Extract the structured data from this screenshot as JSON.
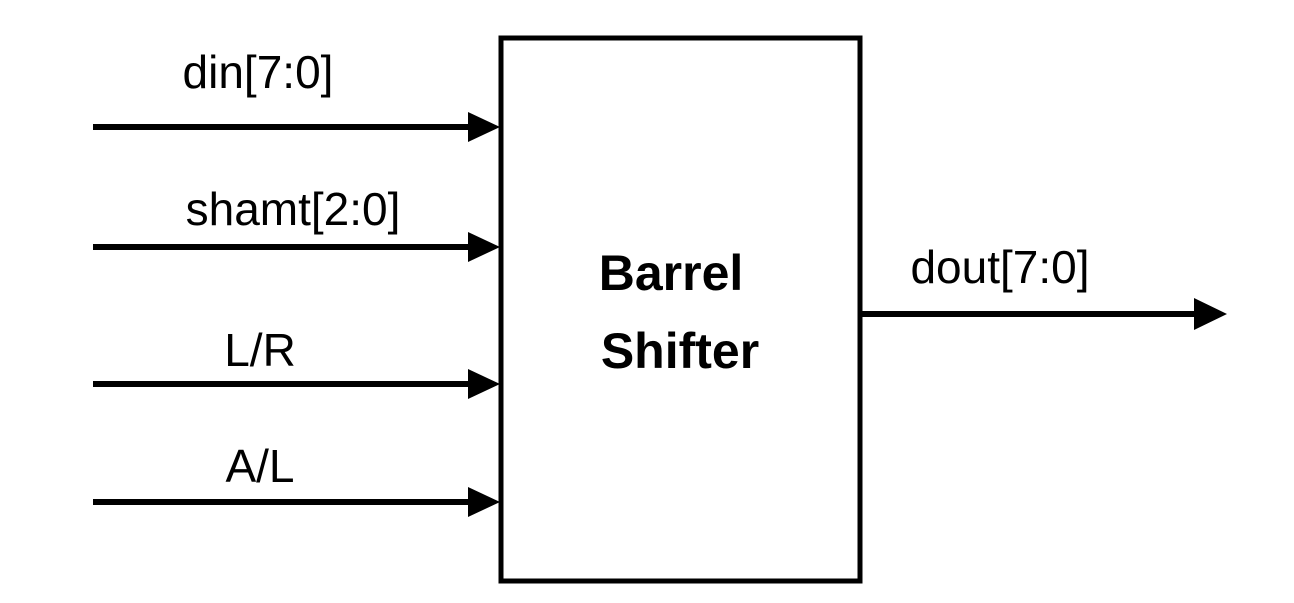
{
  "block": {
    "line1": "Barrel",
    "line2": "Shifter"
  },
  "inputs": [
    {
      "label": "din[7:0]"
    },
    {
      "label": "shamt[2:0]"
    },
    {
      "label": "L/R"
    },
    {
      "label": "A/L"
    }
  ],
  "output": {
    "label": "dout[7:0]"
  },
  "colors": {
    "stroke": "#000000",
    "background": "#ffffff"
  }
}
